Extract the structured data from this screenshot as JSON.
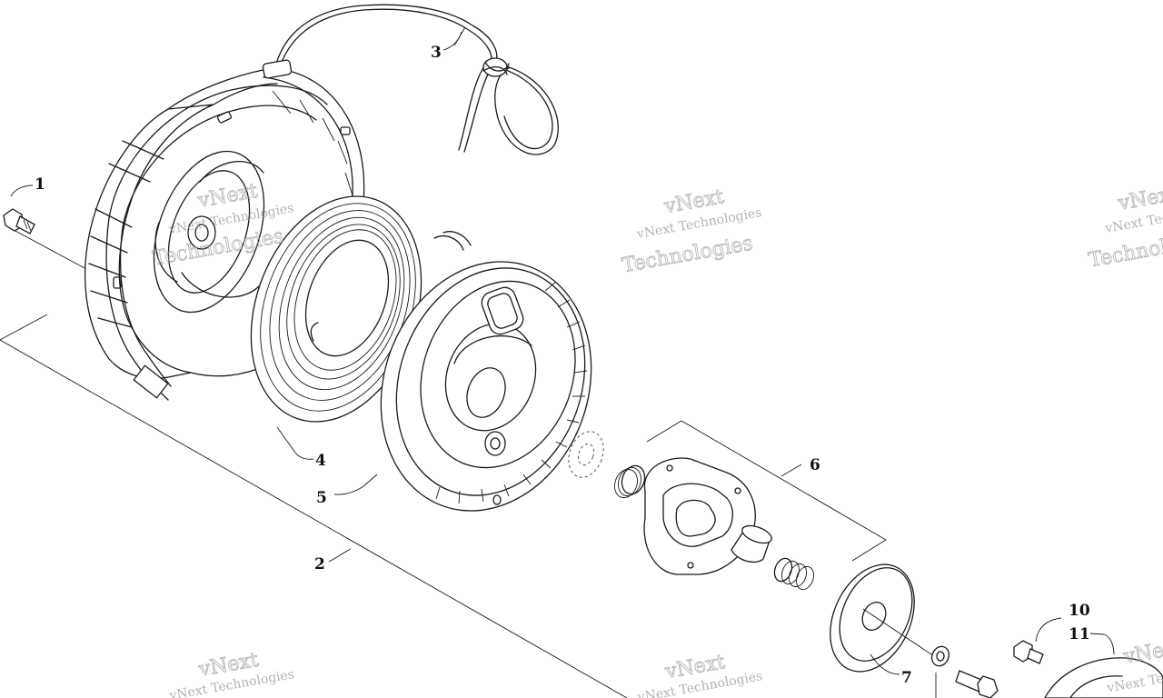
{
  "callouts": {
    "c1": "1",
    "c2": "2",
    "c3": "3",
    "c4": "4",
    "c5": "5",
    "c6": "6",
    "c7": "7",
    "c10": "10",
    "c11": "11"
  },
  "watermark": {
    "line_small": "vNext Technologies",
    "line_large": "Technologies",
    "line_top": "vNext"
  },
  "colors": {
    "ink": "#1a1a1a",
    "watermark": "#9a9a9a"
  }
}
